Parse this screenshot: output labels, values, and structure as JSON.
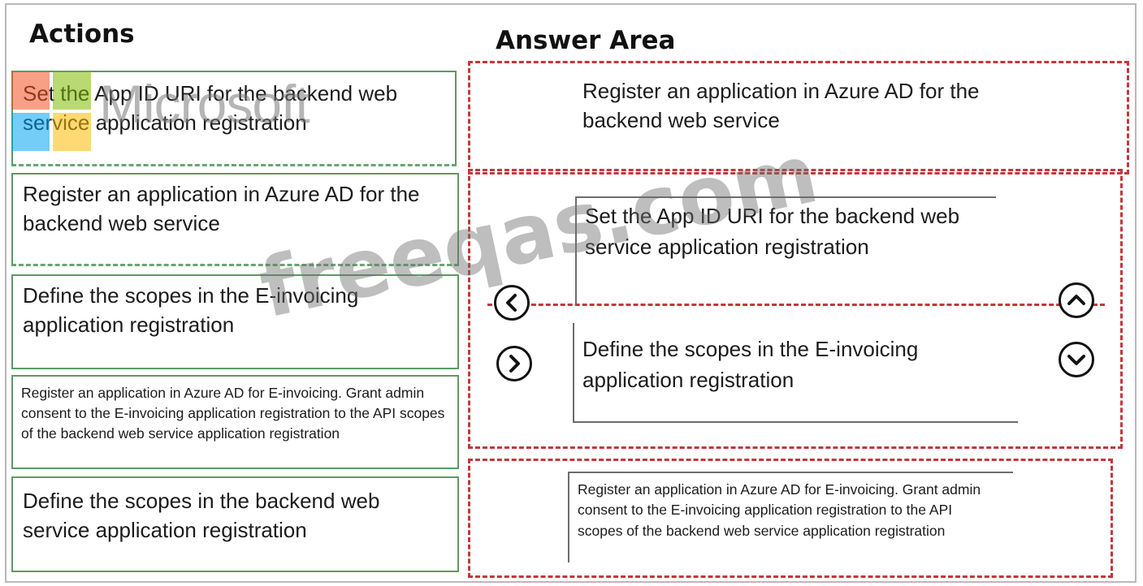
{
  "headings": {
    "actions": "Actions",
    "answer_area": "Answer Area"
  },
  "actions": [
    {
      "label": "Set the App ID URI for the backend web service application registration"
    },
    {
      "label": "Register an application in Azure AD for the backend web service"
    },
    {
      "label": "Define the scopes in the E-invoicing application registration"
    },
    {
      "label": "Register an application in Azure AD for E-invoicing. Grant admin consent to the E-invoicing application registration to the API scopes of the backend web service application registration"
    },
    {
      "label": "Define the scopes in the backend web service application registration"
    }
  ],
  "answers": [
    {
      "label": "Register an application in Azure AD for the backend web service"
    },
    {
      "label": "Set the App ID URI for the backend web service application registration"
    },
    {
      "label": "Define the scopes in the E-invoicing application registration"
    },
    {
      "label": "Register an application in Azure AD for E-invoicing. Grant admin consent to the E-invoicing application registration to the API scopes of the backend web service application registration"
    }
  ],
  "controls": {
    "move_left": "left-chevron-icon",
    "move_right": "right-chevron-icon",
    "move_up": "up-chevron-icon",
    "move_down": "down-chevron-icon"
  },
  "watermarks": {
    "logo_word": "Microsoft",
    "site": "freeqas.com"
  },
  "colors": {
    "actions_border": "#5c9a62",
    "answer_border": "#c4373c",
    "logo_red": "#f25022",
    "logo_green": "#7fba00",
    "logo_blue": "#00a4ef",
    "logo_yellow": "#ffb900"
  }
}
